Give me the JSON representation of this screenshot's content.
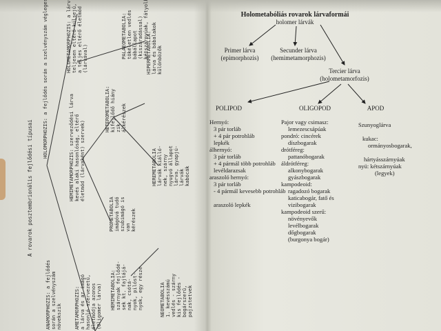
{
  "left_page": {
    "heading": "A rovarok posztembrionális fejlődési típusai",
    "holo": {
      "lines": [
        "HOLOMORPHOZIS: a fejlődés során a szelvényszám véglegesen"
      ]
    },
    "top_branch": {
      "lines": [
        "HOLOMETAMORPHOZIS: a lárva",
        "teljesen eltérő külsejű,",
        "a teljes eltérő életmód",
        "(lárvával)"
      ]
    },
    "pala": {
      "lines": [
        "PALAEOMETABOLIA:",
        "tökéletlen vedlés",
        "bábállapot",
        "(kiszáradással)",
        "kétszárnyúak, fátyolkák"
      ]
    },
    "hyper": {
      "lines": [
        "HIPERMETABOLIA:",
        "lárva és bábalakok",
        "különbözők"
      ]
    },
    "hemi": {
      "lines": [
        "HEMIMETAMORPHOZIS: szerveződési lárva",
        "kevés alaki hasonlóság, eltérő",
        "életmód (lárvaként) szervek)"
      ]
    },
    "heter": {
      "lines": [
        "HETEROMETABOLIA:",
        "kifejlődő hiány",
        "zik",
        "álkérészek"
      ]
    },
    "prome": {
      "lines": [
        "PROMETABOLIA",
        "imágóvá tudó",
        "szubimágó is",
        "van",
        "kérészek"
      ]
    },
    "herem": {
      "lines": [
        "HEREMETABOLIA",
        "lárvák kiálló-",
        "nek, szárny",
        "nyugvó állapot",
        "lárva, gyapjú-",
        "lárvák",
        "kabócák"
      ]
    },
    "ameta": {
      "lines": [
        "AMETAMORPHOZIS:",
        "a lárva és az imágó",
        "hasonló szervezetű,",
        "életmódja azonos",
        "(Oligomer lárva)"
      ]
    },
    "hemimeta2": {
      "lines": [
        "HEMIMETABOLIA:",
        "szárnyak fejlődé-",
        "sek kt. fajtájá-",
        "nak, csótá-",
        "nyok, pilóst-",
        "nyok, egy része"
      ]
    },
    "neo": {
      "lines": [
        "NEOMETABOLIA",
        "1. kevésszámú",
        "vedlés - szárny",
        "kis fejlődés -",
        "bogárszerű,",
        "pajzstetvek"
      ]
    },
    "anamor": {
      "lines": [
        "ANAMORPHOZIS: a fejlődés",
        "során a szelvényszám",
        "növekszik"
      ]
    }
  },
  "right_page": {
    "title": "Holometabóliás rovarok lárvaformái",
    "subtitle": "holomer lárvák",
    "primer": [
      "Primer lárva",
      "(epimorphozis)"
    ],
    "secunder": [
      "Secunder lárva",
      "(hemimetamorphozis)"
    ],
    "tercier": [
      "Tercier lárva",
      "(holometamorfozis)"
    ],
    "categories": [
      "POLIPOD",
      "OLIGOPOD",
      "APOD"
    ],
    "polipod_list": [
      "Hernyó:",
      "  3 pár torláb",
      "  + 4  pár  potrohláb",
      "  lepkék",
      "álhernyó:",
      "  3 pár torláb",
      "  + 4 pármál több potrohláb",
      "  levéldarazsak",
      "araszoló hernyó:",
      "  3 pár torláb",
      "  - 4 pármál kevesebb potrohláb",
      "",
      "  araszoló lepkék"
    ],
    "oligopod_list": [
      "Pajor vagy csimasz:",
      "  lemezescsápúak",
      "pondró: cincérek",
      "  díszbogarak",
      "drótféreg:",
      "  pattanóbogarak",
      "áldrótféreg:",
      "  alkonybogarak",
      "  gyászbogarak",
      "kampodeoid:",
      "  ragadozó  bogarak",
      "  katicabogár, fatő és",
      "  vizibogarak",
      "kampodeoid szerű:",
      "  növényevők",
      "  levélbogarak",
      "  dőgbogarak",
      "  (burgonya bogár)"
    ],
    "apod_list": [
      "Szunyoglárva",
      "",
      "kukac:",
      "  ormányosbogarak,",
      "",
      "hártyásszárnyúak",
      "nyü: kétszárnyúak",
      "  (legyek)"
    ]
  }
}
